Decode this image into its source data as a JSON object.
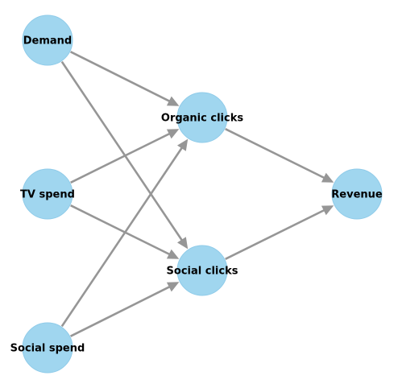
{
  "diagram": {
    "type": "directed-graph",
    "colors": {
      "node_fill": "#a0d6ef",
      "edge": "#969696",
      "label": "#000000"
    },
    "nodes": [
      {
        "id": "demand",
        "label": "Demand"
      },
      {
        "id": "tv_spend",
        "label": "TV spend"
      },
      {
        "id": "social_spend",
        "label": "Social spend"
      },
      {
        "id": "organic_clicks",
        "label": "Organic clicks"
      },
      {
        "id": "social_clicks",
        "label": "Social clicks"
      },
      {
        "id": "revenue",
        "label": "Revenue"
      }
    ],
    "edges": [
      {
        "from": "demand",
        "to": "organic_clicks"
      },
      {
        "from": "demand",
        "to": "social_clicks"
      },
      {
        "from": "tv_spend",
        "to": "organic_clicks"
      },
      {
        "from": "tv_spend",
        "to": "social_clicks"
      },
      {
        "from": "social_spend",
        "to": "organic_clicks"
      },
      {
        "from": "social_spend",
        "to": "social_clicks"
      },
      {
        "from": "organic_clicks",
        "to": "revenue"
      },
      {
        "from": "social_clicks",
        "to": "revenue"
      }
    ]
  }
}
